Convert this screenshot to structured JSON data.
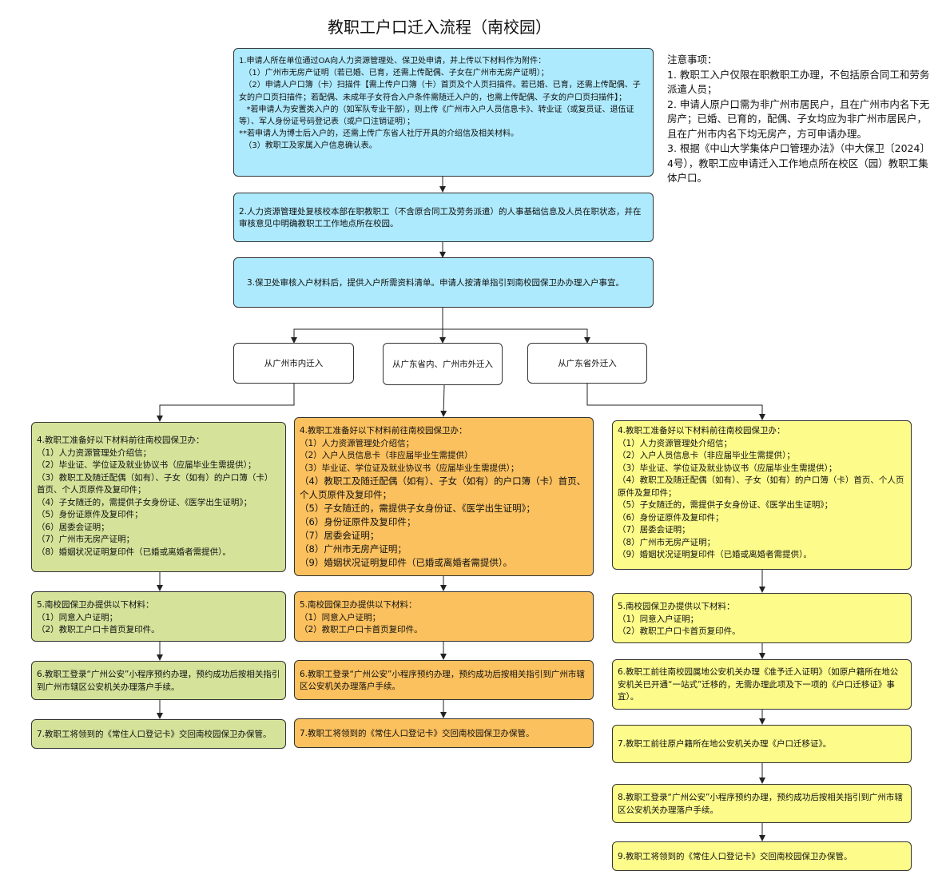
{
  "title": "教职工户口迁入流程（南校园）",
  "notes": {
    "heading": "注意事项：",
    "items": [
      "1. 教职工入户仅限在职教职工办理，不包括原合同工和劳务派遣人员；",
      "2. 申请人原户口需为非广州市居民户，且在广州市内名下无房产；已婚、已育的，配偶、子女均应为非广州市居民户，且在广州市内名下均无房产，方可申请办理。",
      "3. 根据《中山大学集体户口管理办法》（中大保卫〔2024〕4号），教职工应申请迁入工作地点所在校区（园）教职工集体户口。"
    ]
  },
  "steps": {
    "step1": {
      "lines": [
        "1.申请人所在单位通过OA向人力资源管理处、保卫处申请，并上传以下材料作为附件：",
        "  （1）广州市无房产证明（若已婚、已育，还需上传配偶、子女在广州市无房产证明）；",
        "  （2）申请人户口簿（卡）扫描件【需上传户口簿（卡）首页及个人页扫描件。若已婚、已育，还需上传配偶、子女的户口页扫描件；若配偶、未成年子女符合入户条件需随迁入户的，也需上传配偶、子女的户口页扫描件】；",
        "   *若申请人为安置类入户的（如军队专业干部），则上传《广州市入户人员信息卡》、转业证（或复员证、退伍证等）、军人身份证号码登记表（或户口注销证明）；",
        "**若申请人为博士后入户的，还需上传广东省人社厅开具的介绍信及相关材料。",
        "  （3）教职工及家属入户信息确认表。"
      ]
    },
    "step2": "2.人力资源管理处复核校本部在职教职工（不含原合同工及劳务派遣）的人事基础信息及人员在职状态，并在审核意见中明确教职工工作地点所在校园。",
    "step3": "3.保卫处审核入户材料后，提供入户所需资料清单。申请人按清单指引到南校园保卫办办理入户事宜。"
  },
  "branches": {
    "a": "从广州市内迁入",
    "b": "从广东省内、广州市外迁入",
    "c": "从广东省外迁入"
  },
  "green": {
    "s4": [
      "4.教职工准备好以下材料前往南校园保卫办：",
      "（1）人力资源管理处介绍信；",
      "（2）毕业证、学位证及就业协议书（应届毕业生需提供）；",
      "（3）教职工及随迁配偶（如有）、子女（如有）的户口簿（卡）首页、个人页原件及复印件；",
      "（4）子女随迁的，需提供子女身份证、《医学出生证明》；",
      "（5）身份证原件及复印件；",
      "（6）居委会证明；",
      "（7）广州市无房产证明；",
      "（8）婚姻状况证明复印件（已婚或离婚者需提供）。"
    ],
    "s5": [
      "5.南校园保卫办提供以下材料：",
      "（1）同意入户证明；",
      "（2）教职工户口卡首页复印件。"
    ],
    "s6": "6.教职工登录“广州公安”小程序预约办理，预约成功后按相关指引到广州市辖区公安机关办理落户手续。",
    "s7": "7.教职工将领到的《常住人口登记卡》交回南校园保卫办保管。"
  },
  "orange": {
    "s4": [
      "4.教职工准备好以下材料前往南校园保卫办：",
      "（1）人力资源管理处介绍信；",
      "（2）入户人员信息卡（非应届毕业生需提供）",
      "（3）毕业证、学位证及就业协议书（应届毕业生需提供）；"
    ],
    "s4big": [
      "（4）教职工及随迁配偶（如有）、子女（如有）的户口簿（卡）首页、个人页原件及复印件；",
      "（5）子女随迁的，需提供子女身份证、《医学出生证明》；",
      "（6）身份证原件及复印件；",
      "（7）居委会证明；",
      "（8）广州市无房产证明；",
      "（9）婚姻状况证明复印件（已婚或离婚者需提供）。"
    ],
    "s5": [
      "5.南校园保卫办提供以下材料：",
      "（1）同意入户证明；",
      "（2）教职工户口卡首页复印件。"
    ],
    "s6": "6.教职工登录“广州公安”小程序预约办理，预约成功后按相关指引到广州市辖区公安机关办理落户手续。",
    "s7": "7.教职工将领到的《常住人口登记卡》交回南校园保卫办保管。"
  },
  "yellow": {
    "s4": [
      "4.教职工准备好以下材料前往南校园保卫办：",
      "（1）人力资源管理处介绍信；",
      "（2）入户人员信息卡（非应届毕业生需提供）；",
      "（3）毕业证、学位证及就业协议书（应届毕业生需提供）；",
      "（4）教职工及随迁配偶（如有）、子女（如有）的户口簿（卡）首页、个人页原件及复印件；",
      "（5）子女随迁的，需提供子女身份证、《医学出生证明》；",
      "（6）身份证原件及复印件；",
      "（7）居委会证明；",
      "（8）广州市无房产证明；",
      "（9）婚姻状况证明复印件（已婚或离婚者需提供）。"
    ],
    "s5": [
      "5.南校园保卫办提供以下材料：",
      "（1）同意入户证明；",
      "（2）教职工户口卡首页复印件。"
    ],
    "s6": "6.教职工前往南校园属地公安机关办理《准予迁入证明》（如原户籍所在地公安机关已开通“一站式”迁移的，无需办理此项及下一项的《户口迁移证》事宜）。",
    "s7": "7.教职工前往原户籍所在地公安机关办理《户口迁移证》。",
    "s8": "8.教职工登录“广州公安”小程序预约办理，预约成功后按相关指引到广州市辖区公安机关办理落户手续。",
    "s9": "9.教职工将领到的《常住人口登记卡》交回南校园保卫办保管。"
  },
  "colors": {
    "blue": "#aeeafd",
    "green": "#d5e29a",
    "orange": "#fbc15e",
    "yellow": "#fdfc8a"
  }
}
